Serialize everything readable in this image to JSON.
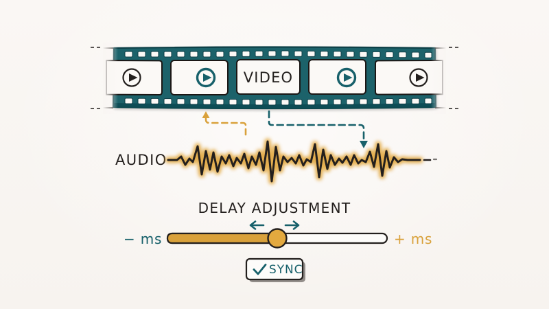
{
  "scene": {
    "title": "Audio Video Sync Adjustment",
    "background_color": "#f9f6f3",
    "ink_color": "#231f1d",
    "teal": "#17606a",
    "teal_dark": "#0f4a52",
    "gold": "#d9a13b",
    "gold_dark": "#c08f2e"
  },
  "film": {
    "label": "filmstrip",
    "center_frame_text": "VIDEO",
    "frames": [
      {
        "name": "frame-1",
        "content": "play-icon",
        "icon_color": "#231f1d",
        "partial": true
      },
      {
        "name": "frame-2",
        "content": "play-icon",
        "icon_color": "#17606a",
        "partial": false
      },
      {
        "name": "frame-3",
        "content": "VIDEO",
        "icon_color": "#231f1d",
        "partial": false
      },
      {
        "name": "frame-4",
        "content": "play-icon",
        "icon_color": "#17606a",
        "partial": false
      },
      {
        "name": "frame-5",
        "content": "play-icon",
        "icon_color": "#231f1d",
        "partial": true
      }
    ],
    "sprocket_count_top": 24,
    "sprocket_count_bottom": 24
  },
  "audio": {
    "label": "AUDIO",
    "wave_color": "#231f1d",
    "glow_color": "#e0a843",
    "trailing_dash": true
  },
  "connectors": [
    {
      "name": "audio-to-video-connector",
      "color": "#d9a13b",
      "style": "dashed",
      "arrow": "up"
    },
    {
      "name": "video-to-audio-connector",
      "color": "#17606a",
      "style": "dashed",
      "arrow": "down"
    }
  ],
  "delay": {
    "title": "DELAY ADJUSTMENT",
    "minus_label": "− ms",
    "plus_label": "+ ms",
    "minus_color": "#17606a",
    "plus_color": "#d9a13b",
    "slider": {
      "fill_percent": 52,
      "fill_color": "#d9a13b",
      "track_color": "#fdfcfa",
      "handle_color": "#e3a93f",
      "left_arrow": "←",
      "right_arrow": "→",
      "arrow_color": "#17606a"
    }
  },
  "sync_button": {
    "label": "SYNC",
    "check_glyph": "✓",
    "text_color": "#17606a",
    "border_color": "#231f1d",
    "fill_color": "#fdfcfa"
  }
}
